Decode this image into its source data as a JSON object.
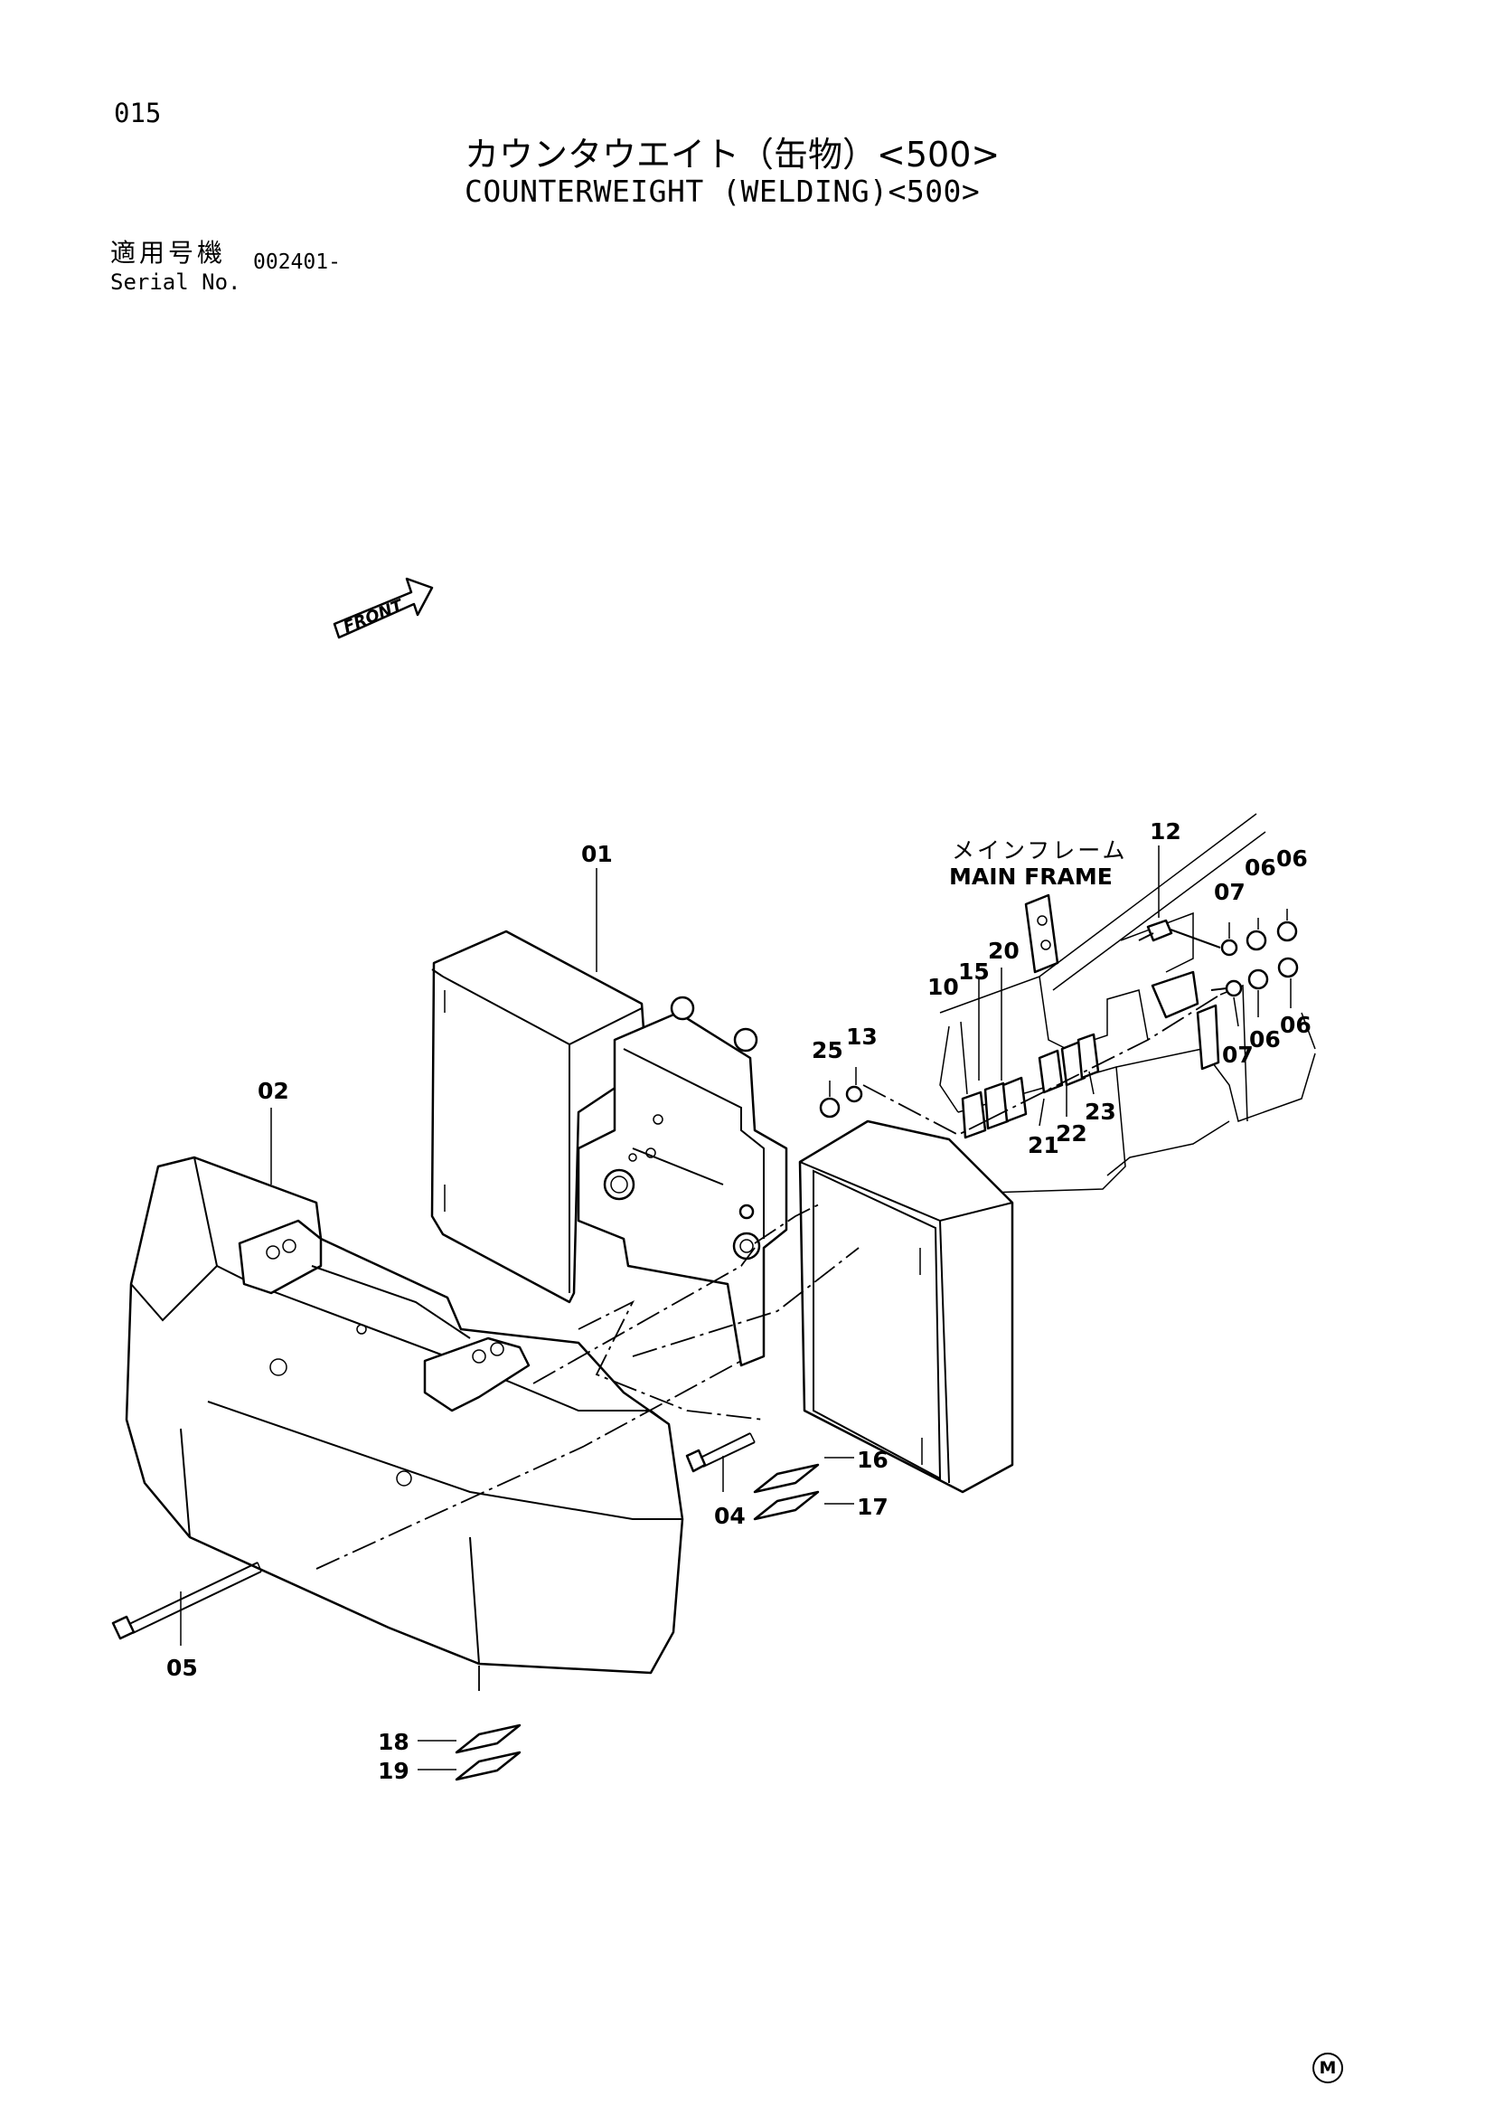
{
  "page_number": "015",
  "title_jp": "カウンタウエイト（缶物）<500>",
  "title_en": "COUNTERWEIGHT (WELDING)<500>",
  "serial_label_jp": "適用号機",
  "serial_label_en": "Serial No.",
  "serial_value": "002401-",
  "front_marker": "FRONT",
  "main_frame_jp": "メインフレーム",
  "main_frame_en": "MAIN FRAME",
  "logo_glyph": "M",
  "part_labels": {
    "p01": "01",
    "p02": "02",
    "p04": "04",
    "p05": "05",
    "p06a": "06",
    "p06b": "06",
    "p06c": "06",
    "p06d": "06",
    "p07a": "07",
    "p07b": "07",
    "p10": "10",
    "p12": "12",
    "p13": "13",
    "p15": "15",
    "p16": "16",
    "p17": "17",
    "p18": "18",
    "p19": "19",
    "p20": "20",
    "p21": "21",
    "p22": "22",
    "p23": "23",
    "p25": "25"
  }
}
